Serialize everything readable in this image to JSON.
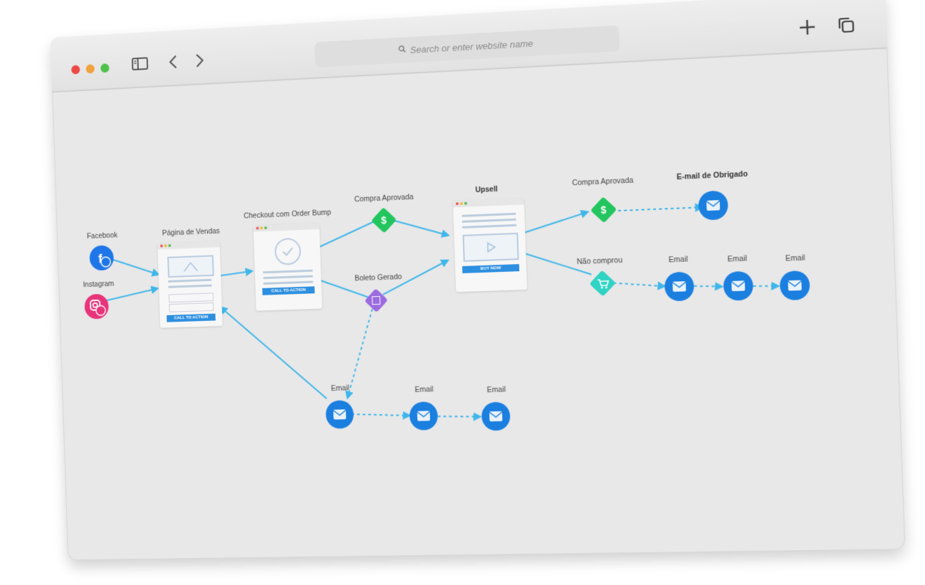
{
  "browser": {
    "search_placeholder": "Search or enter website name",
    "icons": [
      "sidebar-icon",
      "back-icon",
      "forward-icon",
      "new-tab-icon",
      "tabs-overview-icon"
    ]
  },
  "flow": {
    "sources": {
      "facebook": "Facebook",
      "instagram": "Instagram"
    },
    "pages": {
      "sales_page": {
        "title": "Página de Vendas",
        "button": "CALL TO ACTION"
      },
      "checkout": {
        "title": "Checkout com Order Bump",
        "button": "CALL TO ACTION"
      },
      "upsell": {
        "title": "Upsell",
        "button": "BUY NOW"
      }
    },
    "events": {
      "approved_1": "Compra Aprovada",
      "boleto": "Boleto Gerado",
      "approved_2": "Compra Aprovada",
      "not_bought": "Não comprou"
    },
    "emails": {
      "thanks": "E-mail de Obrigado",
      "e1": "Email",
      "e2": "Email",
      "e3": "Email",
      "b1": "Email",
      "b2": "Email",
      "b3": "Email"
    },
    "colors": {
      "line": "#3fb6ea",
      "email": "#1b7fe0",
      "approved": "#22c55e",
      "boleto": "#9b6be0",
      "cart": "#2fd3c3",
      "facebook": "#1f76e8",
      "instagram": "#e8347a"
    }
  }
}
